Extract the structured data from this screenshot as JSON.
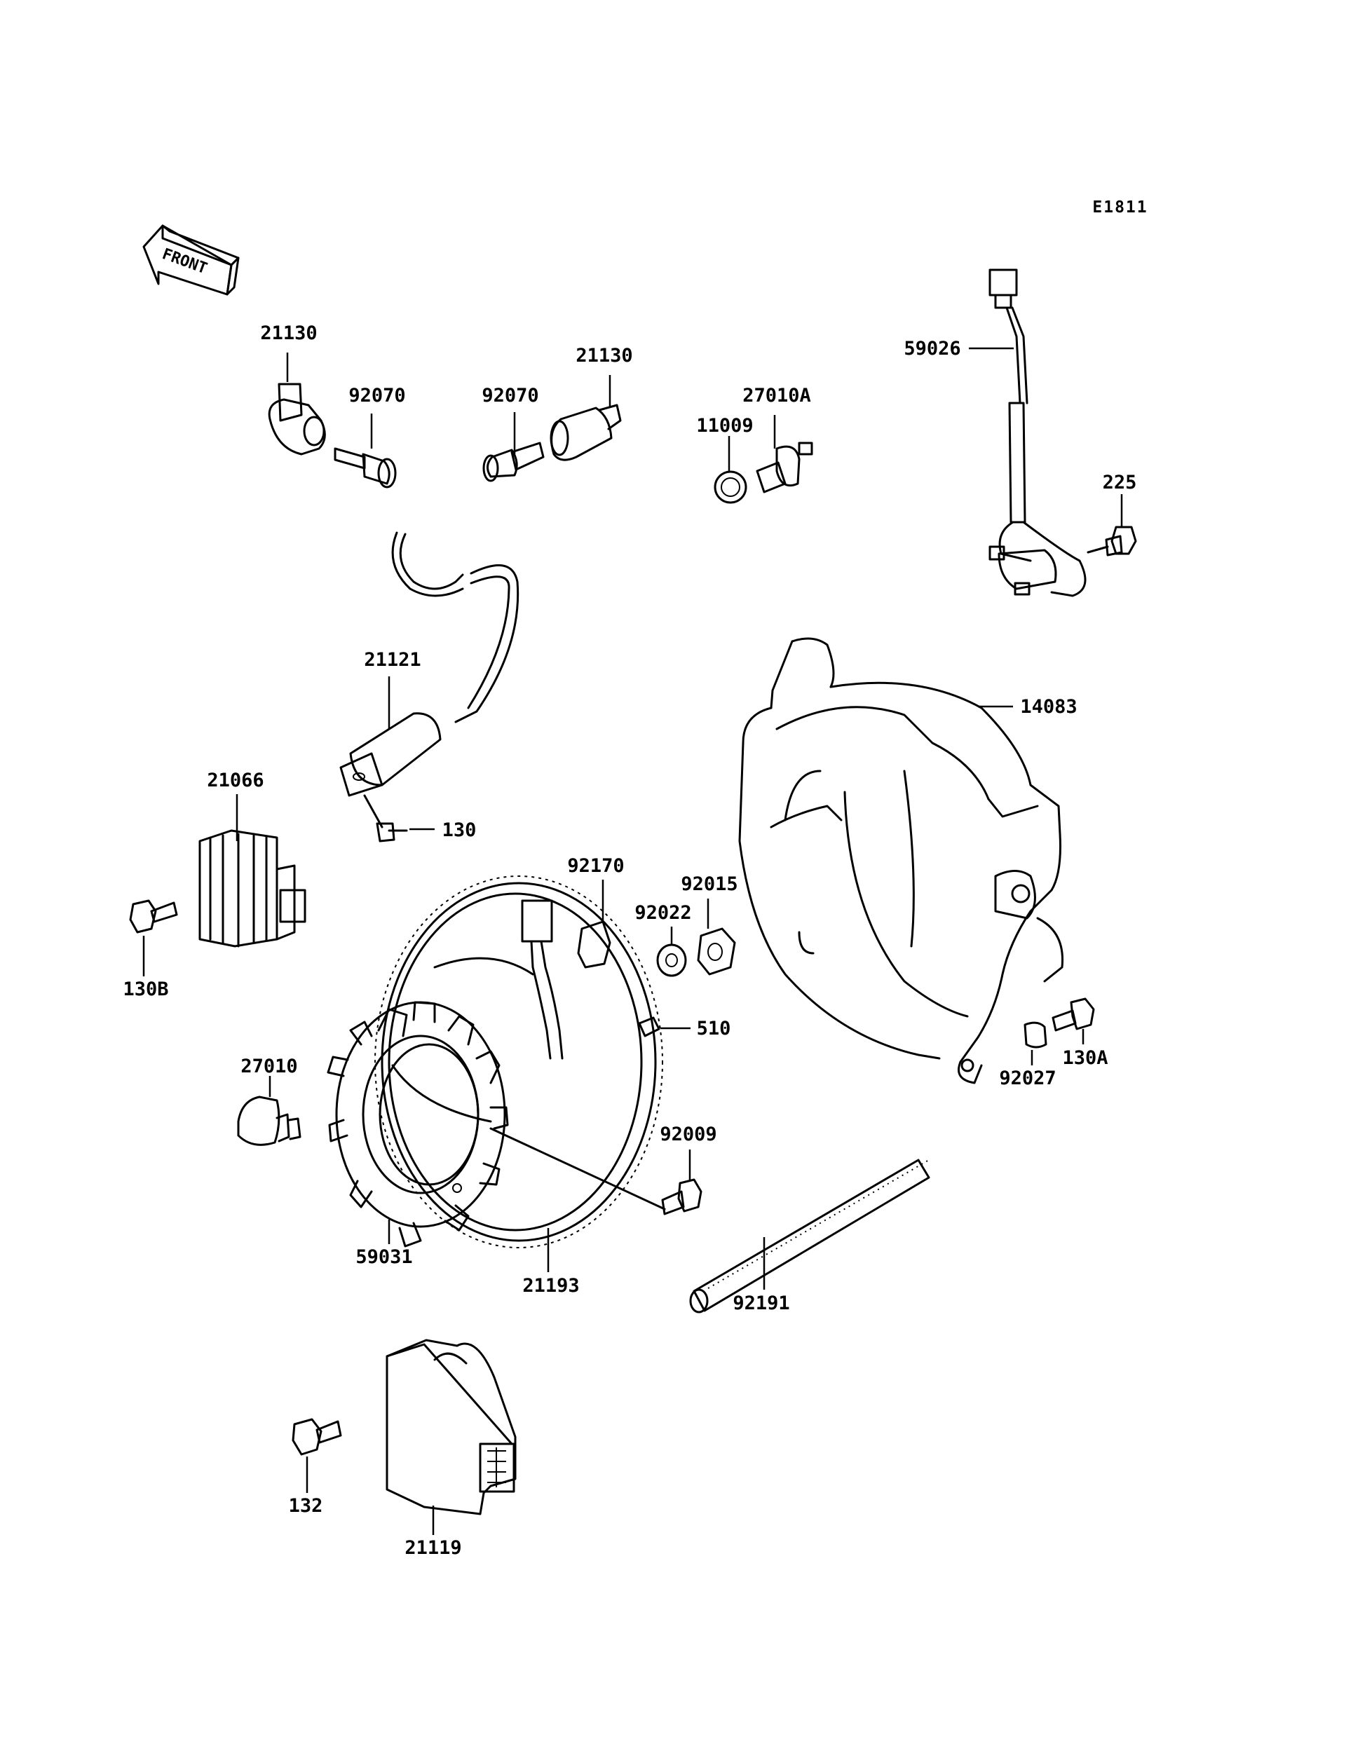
{
  "diagram": {
    "ref_code": "E1811",
    "front_arrow_text": "FRONT",
    "labels": {
      "p21130a": "21130",
      "p92070a": "92070",
      "p92070b": "92070",
      "p21130b": "21130",
      "p11009": "11009",
      "p27010a": "27010A",
      "p59026": "59026",
      "p225": "225",
      "p14083": "14083",
      "p21121": "21121",
      "p130": "130",
      "p21066": "21066",
      "p130b": "130B",
      "p92170": "92170",
      "p92015": "92015",
      "p92022": "92022",
      "p510": "510",
      "p92027": "92027",
      "p130a": "130A",
      "p27010": "27010",
      "p92009": "92009",
      "p59031": "59031",
      "p21193": "21193",
      "p92191": "92191",
      "p132": "132",
      "p21119": "21119"
    }
  }
}
